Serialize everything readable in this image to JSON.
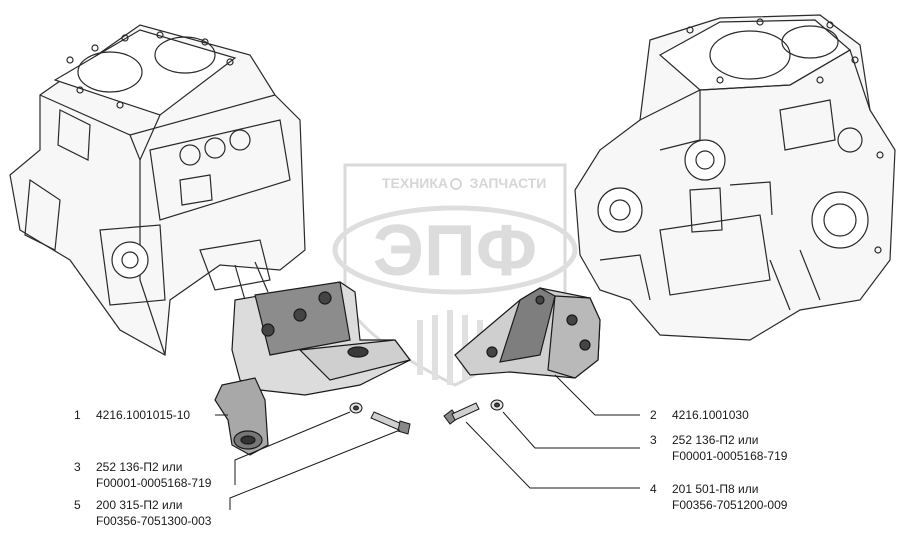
{
  "watermark": {
    "top_text": "ТЕХНИКА",
    "top_text_right": "ЗАПЧАСТИ",
    "logo_text": "ЭПФ"
  },
  "callouts": [
    {
      "num": "1",
      "line1": "4216.1001015-10",
      "line2": ""
    },
    {
      "num": "2",
      "line1": "4216.1001030",
      "line2": ""
    },
    {
      "num": "3",
      "line1": "252 136-П2 или",
      "line2": "F00001-0005168-719"
    },
    {
      "num": "3",
      "line1": "252 136-П2 или",
      "line2": "F00001-0005168-719"
    },
    {
      "num": "4",
      "line1": "201 501-П8 или",
      "line2": "F00356-7051200-009"
    },
    {
      "num": "5",
      "line1": "200 315-П2 или",
      "line2": "F00356-7051300-003"
    }
  ],
  "colors": {
    "line": "#1a1a1a",
    "part_fill": "#d9d9d9",
    "part_dark": "#8a8a8a",
    "watermark": "#c8c8c8"
  }
}
